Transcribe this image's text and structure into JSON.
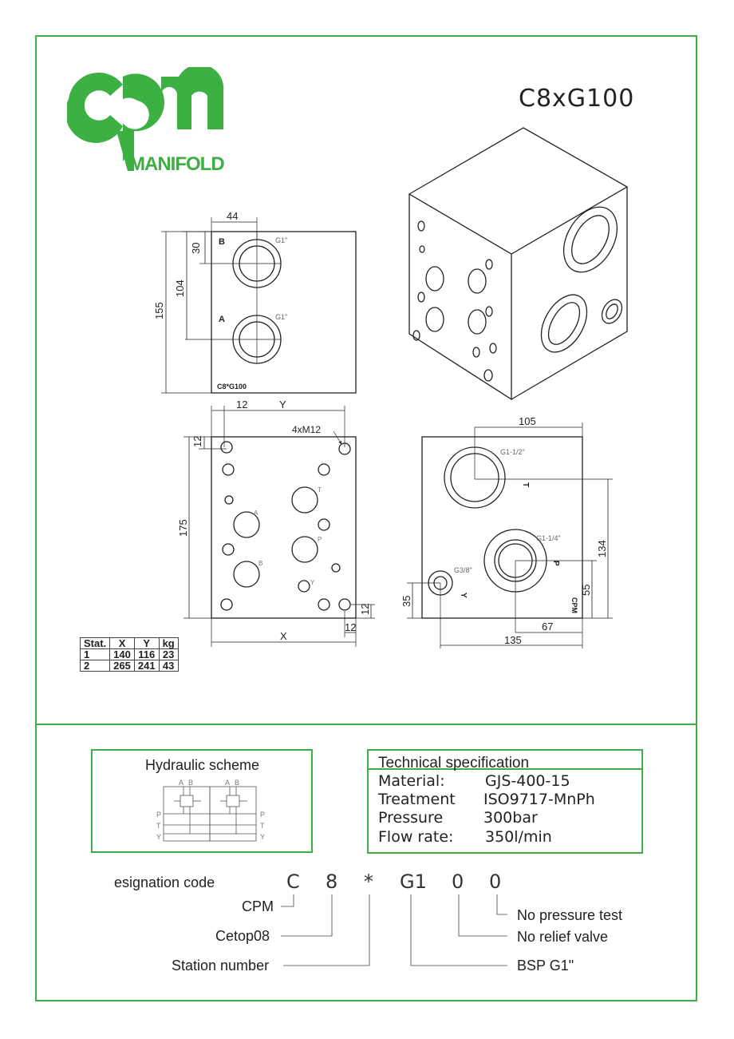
{
  "document": {
    "title": "C8xG100",
    "logo": {
      "text": "MANIFOLD"
    },
    "colors": {
      "brand_green": "#3cb043",
      "line": "#222222"
    }
  },
  "front_view": {
    "dim_width": "44",
    "dim_30": "30",
    "dim_104": "104",
    "dim_155": "155",
    "port_b": "B",
    "port_a": "A",
    "thread_b": "G1\"",
    "thread_a": "G1\"",
    "label": "C8*G100"
  },
  "bottom_view": {
    "dim_12_top": "12",
    "dim_y": "Y",
    "dim_12_left": "12",
    "thread_label": "4xM12",
    "dim_175": "175",
    "dim_x": "X",
    "dim_12_bottom": "12",
    "dim_12_right": "12",
    "port_t": "T",
    "port_a": "A",
    "port_p": "P",
    "port_b": "B",
    "port_y": "Y"
  },
  "side_view": {
    "dim_105": "105",
    "thread_t": "G1-1/2\"",
    "thread_p": "G1-1/4\"",
    "thread_y": "G3/8\"",
    "port_t": "T",
    "port_p": "P",
    "port_y": "Y",
    "dim_134": "134",
    "dim_55": "55",
    "dim_35": "35",
    "dim_67": "67",
    "dim_135": "135",
    "brand": "CPM"
  },
  "stations_table": {
    "headers": [
      "Stat.",
      "X",
      "Y",
      "kg"
    ],
    "rows": [
      [
        "1",
        "140",
        "116",
        "23"
      ],
      [
        "2",
        "265",
        "241",
        "43"
      ]
    ]
  },
  "hydraulic_scheme": {
    "title": "Hydraulic scheme",
    "labels": {
      "a": "A",
      "b": "B",
      "p": "P",
      "t": "T",
      "y": "Y"
    }
  },
  "technical_specification": {
    "title": "Technical specification",
    "rows": [
      {
        "label": "Material:",
        "value": "GJS-400-15"
      },
      {
        "label": "Treatment",
        "value": "ISO9717-MnPh"
      },
      {
        "label": "Pressure",
        "value": "300bar"
      },
      {
        "label": "Flow rate:",
        "value": "350l/min"
      }
    ]
  },
  "designation": {
    "label": "esignation code",
    "code_chars": [
      "C",
      "8",
      "*",
      "G1",
      "0",
      "0"
    ],
    "meanings": {
      "c": "CPM",
      "eight": "Cetop08",
      "star": "Station number",
      "g1": "BSP G1\"",
      "relief": "No relief valve",
      "pressure": "No pressure test"
    }
  }
}
